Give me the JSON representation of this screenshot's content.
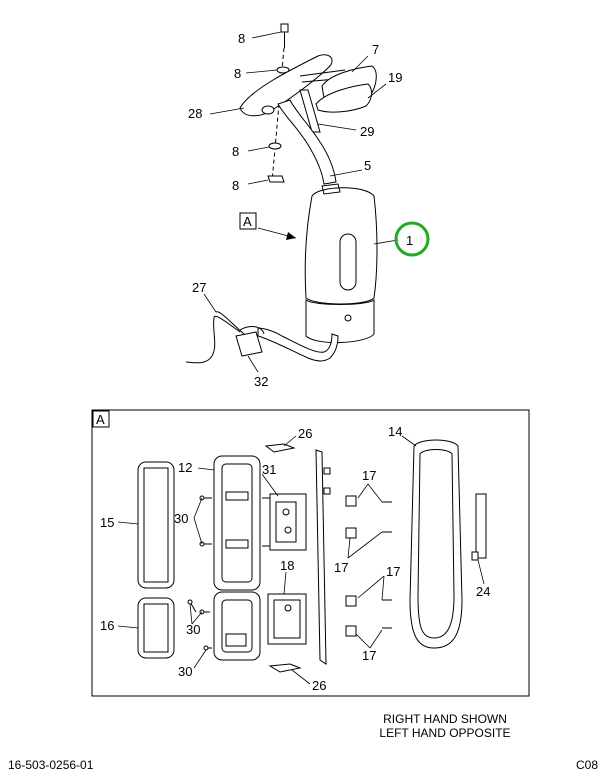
{
  "labels": {
    "p8a": "8",
    "p8b": "8",
    "p8c": "8",
    "p8d": "8",
    "p7": "7",
    "p19": "19",
    "p28": "28",
    "p29": "29",
    "p5": "5",
    "p1": "1",
    "p27": "27",
    "p32": "32",
    "viewA": "A",
    "detailA": "A",
    "p26a": "26",
    "p26b": "26",
    "p14": "14",
    "p12": "12",
    "p31": "31",
    "p15": "15",
    "p30a": "30",
    "p30b": "30",
    "p30c": "30",
    "p17a": "17",
    "p17b": "17",
    "p17c": "17",
    "p17d": "17",
    "p18": "18",
    "p16": "16",
    "p24": "24"
  },
  "caption": {
    "line1": "RIGHT HAND SHOWN",
    "line2": "LEFT HAND OPPOSITE"
  },
  "footer": {
    "doc_number": "16-503-0256-01",
    "sheet_code": "C08"
  },
  "highlight_color": "#22aa22"
}
